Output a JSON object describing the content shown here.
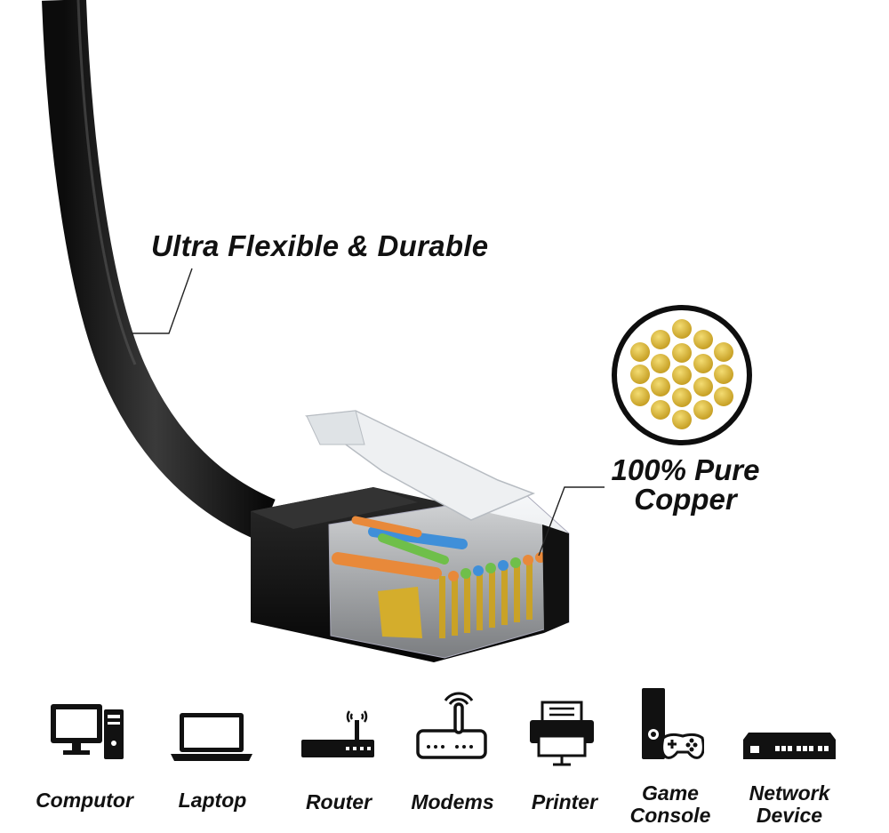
{
  "callouts": {
    "flexible": "Ultra Flexible & Durable",
    "copper_line1": "100% Pure",
    "copper_line2": "Copper"
  },
  "devices": [
    {
      "label": "Computor",
      "icon": "desktop-computer-icon"
    },
    {
      "label": "Laptop",
      "icon": "laptop-icon"
    },
    {
      "label": "Router",
      "icon": "router-icon"
    },
    {
      "label": "Modems",
      "icon": "modem-icon"
    },
    {
      "label": "Printer",
      "icon": "printer-icon"
    },
    {
      "label_line1": "Game",
      "label_line2": "Console",
      "icon": "game-console-icon"
    },
    {
      "label_line1": "Network",
      "label_line2": "Device",
      "icon": "network-switch-icon"
    }
  ],
  "colors": {
    "cable": "#151515",
    "copper_strand": "#d9b73a",
    "wire_orange": "#e8893a",
    "wire_green": "#6fbf4a",
    "wire_blue": "#3f8fd9"
  }
}
